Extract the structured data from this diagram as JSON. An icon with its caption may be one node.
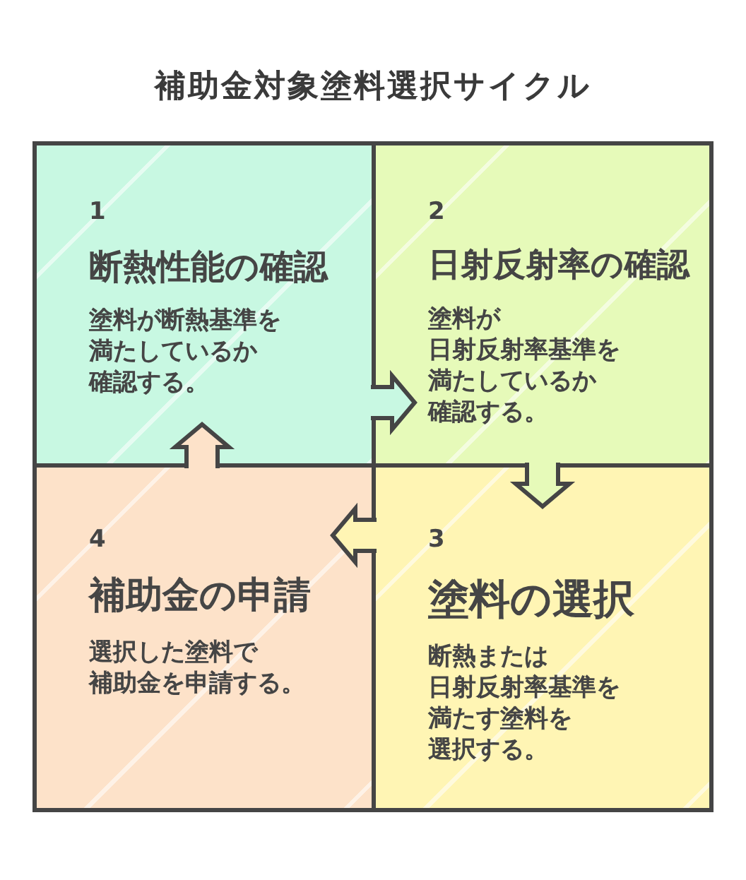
{
  "diagram": {
    "title": "補助金対象塗料選択サイクル",
    "nodes": [
      {
        "text": [
          "1",
          "断熱性能の確認",
          "塗料が断熱基準を満たしているか確認する。"
        ]
      },
      {
        "text": [
          "2",
          "日射反射率の確認",
          "塗料が日射反射率基準を満たしているか確認する。"
        ]
      },
      {
        "text": [
          "3",
          "塗料の選択",
          "断熱または日射反射率基準を満たす塗料を選択する。"
        ]
      },
      {
        "text": [
          "4",
          "補助金の申請",
          "選択した塗料で補助金を申請する。"
        ]
      }
    ],
    "edges": [
      {
        "from": 0,
        "to": 1,
        "arrow": "to"
      },
      {
        "from": 1,
        "to": 2,
        "arrow": "to"
      },
      {
        "from": 2,
        "to": 3,
        "arrow": "to"
      },
      {
        "from": 3,
        "to": 0,
        "arrow": "to"
      }
    ]
  }
}
